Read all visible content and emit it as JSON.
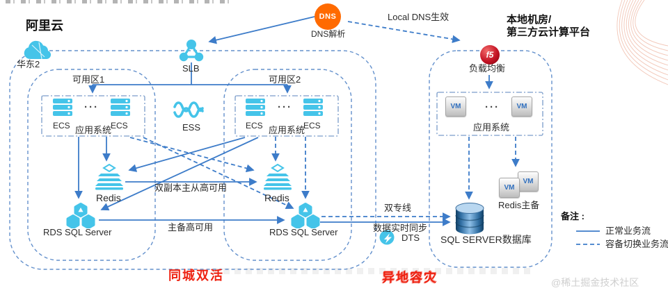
{
  "diagram": {
    "aliyun": {
      "provider_title": "阿里云",
      "region_label": "华东2",
      "slb_label": "SLB",
      "ess_label": "ESS",
      "zone1": {
        "label": "可用区1",
        "ecs1": "ECS",
        "ecs2": "ECS",
        "dots": "···",
        "app": "应用系统",
        "redis": "Redis",
        "rds": "RDS SQL Server"
      },
      "zone2": {
        "label": "可用区2",
        "ecs1": "ECS",
        "ecs2": "ECS",
        "dots": "···",
        "app": "应用系统",
        "redis": "Redis",
        "rds": "RDS SQL Server"
      },
      "redis_ha_label": "双副本主从高可用",
      "rds_ha_label": "主备高可用",
      "caption": "同城双活"
    },
    "dns": {
      "icon_text": "DNS",
      "label": "DNS解析",
      "flow_label": "Local DNS生效"
    },
    "idc": {
      "title_line1": "本地机房/",
      "title_line2": "第三方云计算平台",
      "f5_icon_text": "f5",
      "lb_label": "负载均衡",
      "vm1": "VM",
      "vm2": "VM",
      "dots": "···",
      "app": "应用系统",
      "redis_vm1": "VM",
      "redis_vm2": "VM",
      "redis_backup_label": "Redis主备",
      "db_label": "SQL SERVER数据库",
      "caption": "异地容灾"
    },
    "link": {
      "line1_label": "双专线",
      "line2_label": "数据实时同步",
      "dts_label": "DTS"
    },
    "legend": {
      "title": "备注 :",
      "normal_flow": "正常业务流",
      "failover_flow": "容备切换业务流"
    },
    "watermark": "@稀土掘金技术社区",
    "colors": {
      "line_blue": "#3d7cc9",
      "icon_cyan": "#45c4e9",
      "dns_orange": "#ff6a00",
      "f5_red": "#c41425",
      "caption_red": "#ee2211"
    }
  }
}
